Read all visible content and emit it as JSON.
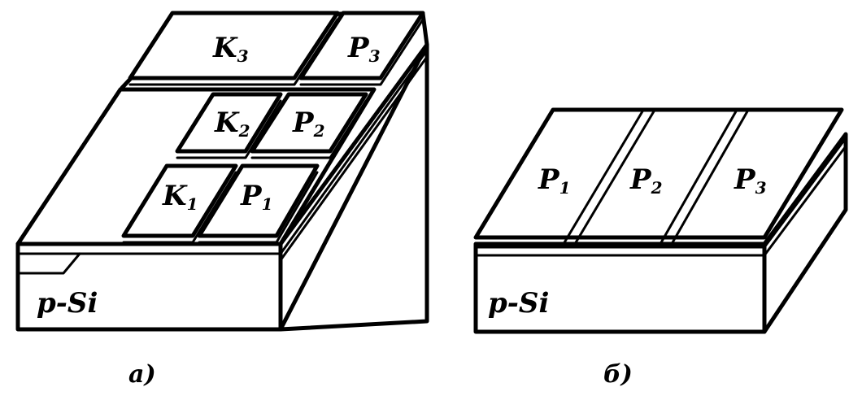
{
  "diagram_a": {
    "substrate_label": "p-Si",
    "pads": [
      {
        "id": "k3",
        "letter": "K",
        "index": "3"
      },
      {
        "id": "p3",
        "letter": "P",
        "index": "3"
      },
      {
        "id": "k2",
        "letter": "K",
        "index": "2"
      },
      {
        "id": "p2",
        "letter": "P",
        "index": "2"
      },
      {
        "id": "k1",
        "letter": "K",
        "index": "1"
      },
      {
        "id": "p1",
        "letter": "P",
        "index": "1"
      }
    ],
    "caption": "a)"
  },
  "diagram_b": {
    "substrate_label": "p-Si",
    "strips": [
      {
        "id": "p1",
        "letter": "P",
        "index": "1"
      },
      {
        "id": "p2",
        "letter": "P",
        "index": "2"
      },
      {
        "id": "p3",
        "letter": "P",
        "index": "3"
      }
    ],
    "caption": "б)"
  }
}
